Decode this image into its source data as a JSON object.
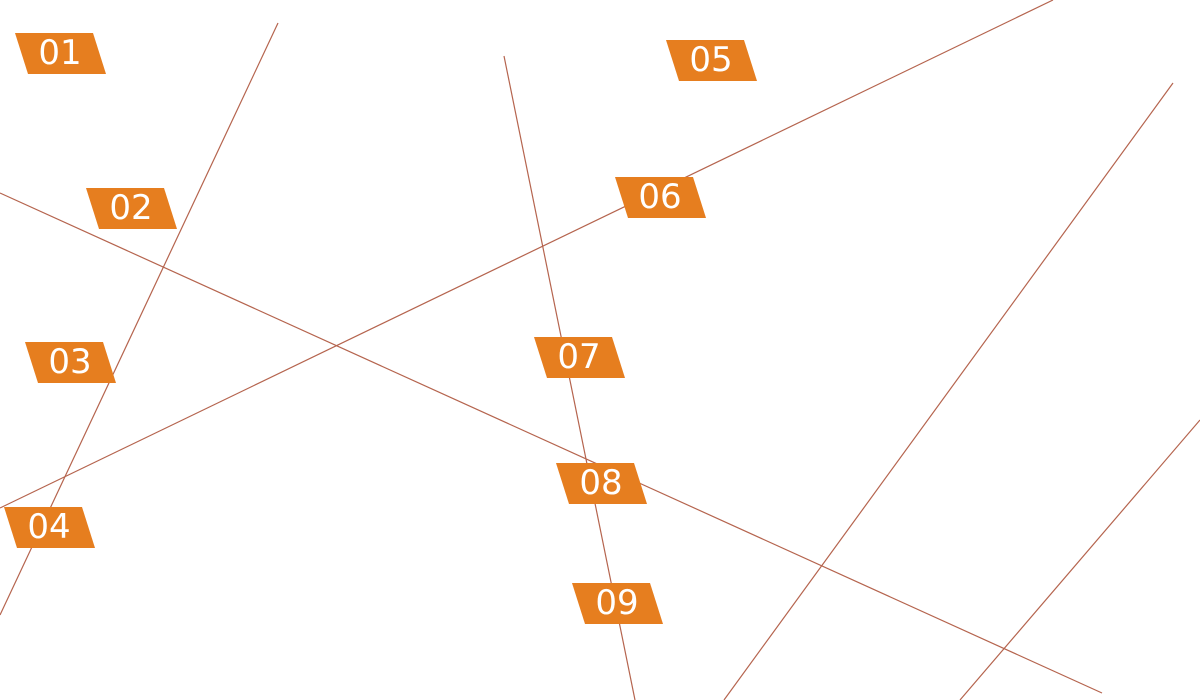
{
  "colors": {
    "background": "#ffffff",
    "line": "#b5644e",
    "tag_fill": "#e67e1f",
    "tag_text": "#ffffff"
  },
  "tags": [
    {
      "label": "01"
    },
    {
      "label": "02"
    },
    {
      "label": "03"
    },
    {
      "label": "04"
    },
    {
      "label": "05"
    },
    {
      "label": "06"
    },
    {
      "label": "07"
    },
    {
      "label": "08"
    },
    {
      "label": "09"
    }
  ]
}
